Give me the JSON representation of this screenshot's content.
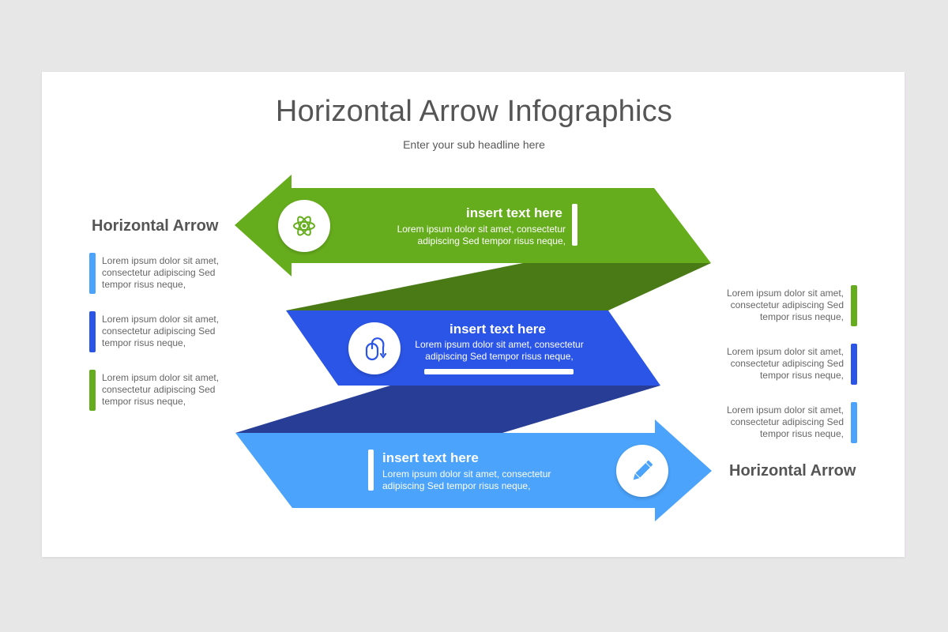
{
  "header": {
    "title": "Horizontal Arrow Infographics",
    "subtitle": "Enter your sub headline here"
  },
  "colors": {
    "green": "#66ad1d",
    "green_dark": "#4a7a16",
    "blue": "#2b55e6",
    "blue_dark": "#283d96",
    "light_blue": "#4ba3fb",
    "text_gray": "#555555"
  },
  "left_panel": {
    "heading": "Horizontal Arrow",
    "items": [
      {
        "text": "Lorem ipsum dolor sit amet, consectetur adipiscing Sed tempor risus neque,",
        "color": "#4ba3fb"
      },
      {
        "text": "Lorem ipsum dolor sit amet, consectetur adipiscing Sed tempor risus neque,",
        "color": "#2b55e6"
      },
      {
        "text": "Lorem ipsum dolor sit amet, consectetur adipiscing Sed tempor risus neque,",
        "color": "#66ad1d"
      }
    ]
  },
  "right_panel": {
    "heading": "Horizontal Arrow",
    "items": [
      {
        "text": "Lorem ipsum dolor sit amet, consectetur adipiscing Sed tempor risus neque,",
        "color": "#66ad1d"
      },
      {
        "text": "Lorem ipsum dolor sit amet, consectetur adipiscing Sed tempor risus neque,",
        "color": "#2b55e6"
      },
      {
        "text": "Lorem ipsum dolor sit amet, consectetur adipiscing Sed tempor risus neque,",
        "color": "#4ba3fb"
      }
    ]
  },
  "arrows": [
    {
      "title": "insert text here",
      "text": "Lorem ipsum dolor sit amet, consectetur adipiscing Sed tempor risus neque,",
      "icon": "atom-icon",
      "color": "#66ad1d"
    },
    {
      "title": "insert text here",
      "text": "Lorem ipsum dolor sit amet, consectetur adipiscing Sed tempor risus neque,",
      "icon": "mouse-icon",
      "color": "#2b55e6"
    },
    {
      "title": "insert text here",
      "text": "Lorem ipsum dolor sit amet, consectetur adipiscing Sed tempor risus neque,",
      "icon": "pencil-icon",
      "color": "#4ba3fb"
    }
  ]
}
